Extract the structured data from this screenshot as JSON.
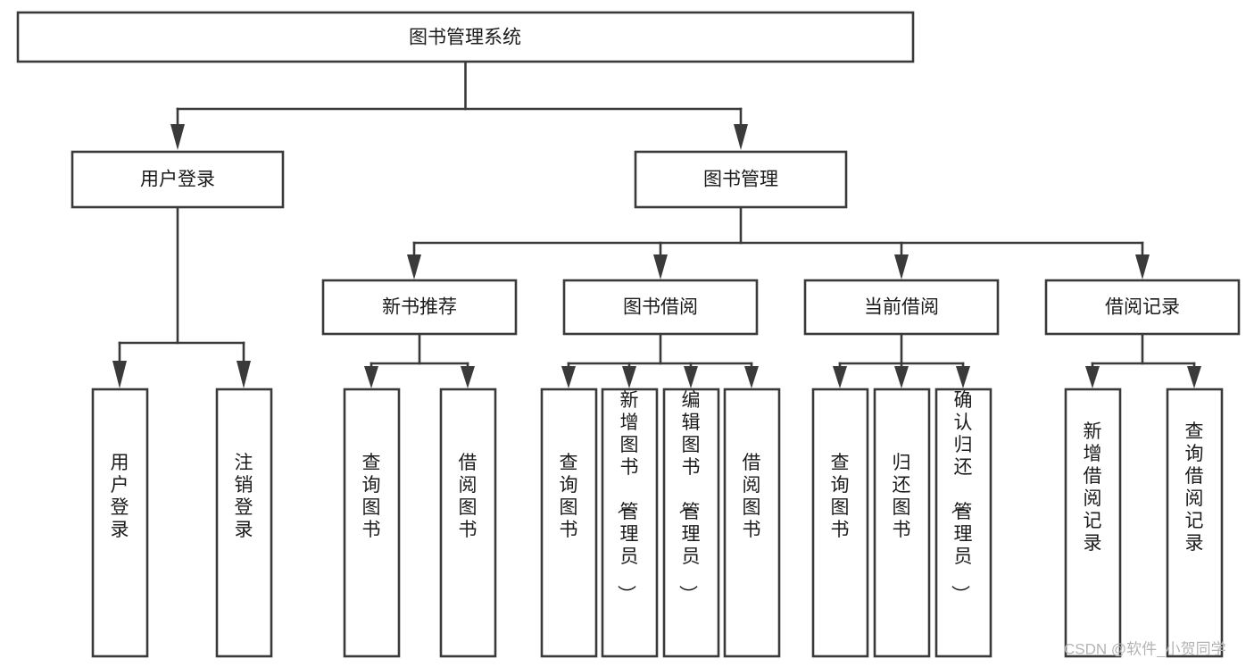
{
  "diagram": {
    "type": "tree-hierarchy",
    "title": "图书管理系统",
    "orientation": "top-down",
    "background_color": "#ffffff",
    "box_stroke_color": "#3a3a3a",
    "box_fill_color": "#ffffff",
    "text_color": "#1b1b1b",
    "root": {
      "id": "root",
      "label": "图书管理系统",
      "text_orientation": "horizontal"
    },
    "level2": [
      {
        "id": "user-login",
        "label": "用户登录",
        "text_orientation": "horizontal"
      },
      {
        "id": "book-manage",
        "label": "图书管理",
        "text_orientation": "horizontal"
      }
    ],
    "level3": [
      {
        "id": "new-book-rec",
        "label": "新书推荐",
        "parent": "book-manage",
        "text_orientation": "horizontal"
      },
      {
        "id": "book-borrow",
        "label": "图书借阅",
        "parent": "book-manage",
        "text_orientation": "horizontal"
      },
      {
        "id": "current-borrow",
        "label": "当前借阅",
        "parent": "book-manage",
        "text_orientation": "horizontal"
      },
      {
        "id": "borrow-record",
        "label": "借阅记录",
        "parent": "book-manage",
        "text_orientation": "horizontal"
      }
    ],
    "leaves": [
      {
        "id": "leaf-user-login",
        "label": "用户登录",
        "parent": "user-login",
        "text_orientation": "vertical"
      },
      {
        "id": "leaf-logout",
        "label": "注销登录",
        "parent": "user-login",
        "text_orientation": "vertical"
      },
      {
        "id": "leaf-query-book-1",
        "label": "查询图书",
        "parent": "new-book-rec",
        "text_orientation": "vertical"
      },
      {
        "id": "leaf-borrow-book-1",
        "label": "借阅图书",
        "parent": "new-book-rec",
        "text_orientation": "vertical"
      },
      {
        "id": "leaf-query-book-2",
        "label": "查询图书",
        "parent": "book-borrow",
        "text_orientation": "vertical"
      },
      {
        "id": "leaf-add-book",
        "label": "新增图书（管理员）",
        "parent": "book-borrow",
        "text_orientation": "vertical"
      },
      {
        "id": "leaf-edit-book",
        "label": "编辑图书（管理员）",
        "parent": "book-borrow",
        "text_orientation": "vertical"
      },
      {
        "id": "leaf-borrow-book-2",
        "label": "借阅图书",
        "parent": "book-borrow",
        "text_orientation": "vertical"
      },
      {
        "id": "leaf-query-book-3",
        "label": "查询图书",
        "parent": "current-borrow",
        "text_orientation": "vertical"
      },
      {
        "id": "leaf-return-book",
        "label": "归还图书",
        "parent": "current-borrow",
        "text_orientation": "vertical"
      },
      {
        "id": "leaf-confirm-return",
        "label": "确认归还（管理员）",
        "parent": "current-borrow",
        "text_orientation": "vertical"
      },
      {
        "id": "leaf-add-record",
        "label": "新增借阅记录",
        "parent": "borrow-record",
        "text_orientation": "vertical"
      },
      {
        "id": "leaf-query-record",
        "label": "查询借阅记录",
        "parent": "borrow-record",
        "text_orientation": "vertical"
      }
    ]
  },
  "watermark": {
    "text": "CSDN @软件_小贺同学",
    "color": "#b4b4b4"
  }
}
